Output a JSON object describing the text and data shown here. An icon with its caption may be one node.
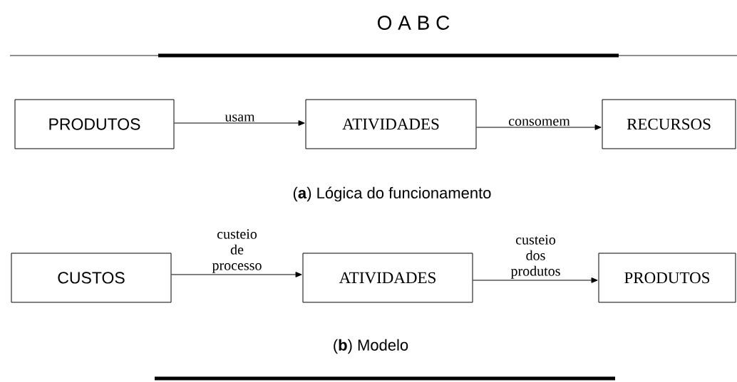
{
  "diagram": {
    "title": "O A B C",
    "nodes": [
      {
        "text": [
          "PRODUTOS"
        ]
      },
      {
        "text": [
          "ATIVIDADES"
        ]
      },
      {
        "text": [
          "RECURSOS"
        ]
      },
      {
        "text": [
          "CUSTOS"
        ]
      },
      {
        "text": [
          "ATIVIDADES"
        ]
      },
      {
        "text": [
          "PRODUTOS"
        ]
      }
    ],
    "edges": [
      {
        "from": 0,
        "to": 1,
        "arrow": "to",
        "label": "usam"
      },
      {
        "from": 1,
        "to": 2,
        "arrow": "to",
        "label": "consomem"
      },
      {
        "from": 3,
        "to": 4,
        "arrow": "to",
        "label": "custeio de processo"
      },
      {
        "from": 4,
        "to": 5,
        "arrow": "to",
        "label": "custeio dos produtos"
      }
    ],
    "labels": [
      "(**a**)  Lógica do funcionamento",
      "(**b**)  Modelo"
    ]
  }
}
